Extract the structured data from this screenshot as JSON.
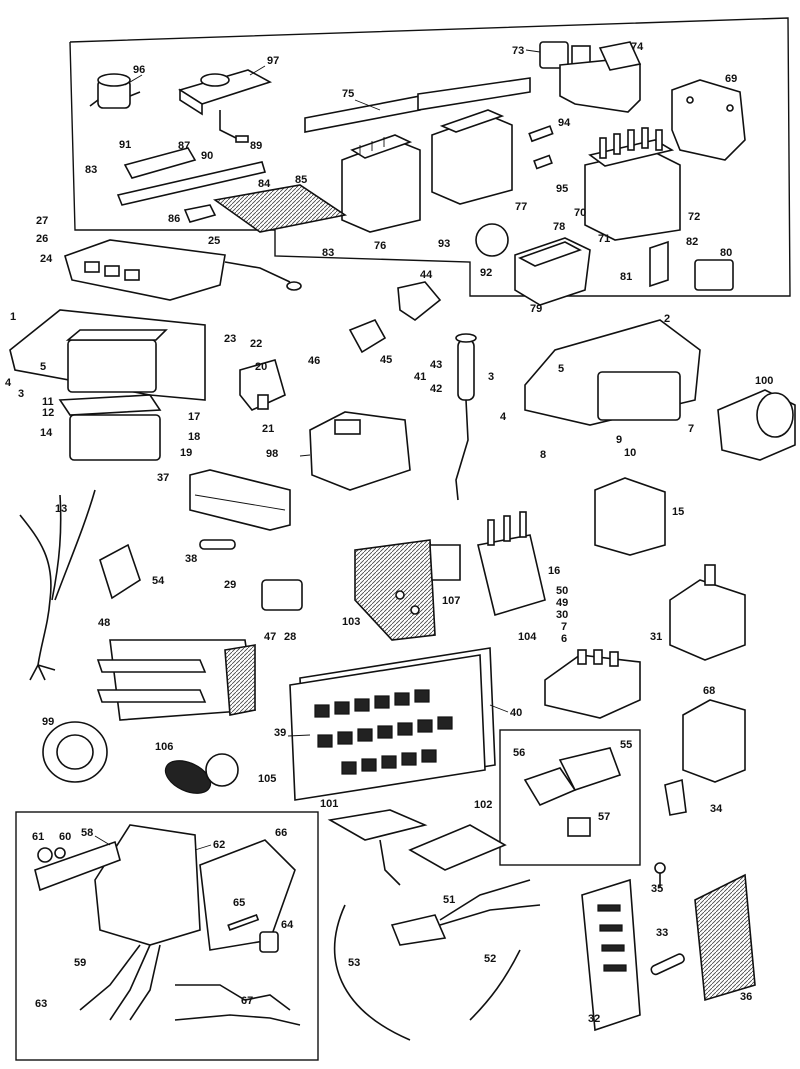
{
  "callouts": {
    "c1": "1",
    "c2": "2",
    "c3": "3",
    "c3b": "3",
    "c4": "4",
    "c4b": "4",
    "c5": "5",
    "c5b": "5",
    "c6": "6",
    "c7": "7",
    "c7b": "7",
    "c8": "8",
    "c9": "9",
    "c10": "10",
    "c11_12a": "11",
    "c11_12b": "12",
    "c13": "13",
    "c14": "14",
    "c15": "15",
    "c16": "16",
    "c17": "17",
    "c18": "18",
    "c19": "19",
    "c20": "20",
    "c21": "21",
    "c22": "22",
    "c23": "23",
    "c24": "24",
    "c25": "25",
    "c26": "26",
    "c27": "27",
    "c28": "28",
    "c29": "29",
    "c30": "30",
    "c31": "31",
    "c32": "32",
    "c33": "33",
    "c34": "34",
    "c35": "35",
    "c36": "36",
    "c37": "37",
    "c38": "38",
    "c39": "39",
    "c40": "40",
    "c41": "41",
    "c42": "42",
    "c43": "43",
    "c44": "44",
    "c45": "45",
    "c46": "46",
    "c47": "47",
    "c48": "48",
    "c49": "49",
    "c50": "50",
    "c51": "51",
    "c52": "52",
    "c53": "53",
    "c54": "54",
    "c55": "55",
    "c56": "56",
    "c57": "57",
    "c58": "58",
    "c59": "59",
    "c60": "60",
    "c61": "61",
    "c62": "62",
    "c63": "63",
    "c64": "64",
    "c65": "65",
    "c66": "66",
    "c67": "67",
    "c68": "68",
    "c69": "69",
    "c70": "70",
    "c71": "71",
    "c72": "72",
    "c73": "73",
    "c74": "74",
    "c75": "75",
    "c76": "76",
    "c77": "77",
    "c78": "78",
    "c79": "79",
    "c80": "80",
    "c81": "81",
    "c82": "82",
    "c83": "83",
    "c83b": "83",
    "c84": "84",
    "c85": "85",
    "c86": "86",
    "c87": "87",
    "c89": "89",
    "c90": "90",
    "c91": "91",
    "c92": "92",
    "c93": "93",
    "c94": "94",
    "c95": "95",
    "c96": "96",
    "c97": "97",
    "c98": "98",
    "c99": "99",
    "c100": "100",
    "c101": "101",
    "c102": "102",
    "c103": "103",
    "c104": "104",
    "c105": "105",
    "c106": "106",
    "c107": "107"
  }
}
